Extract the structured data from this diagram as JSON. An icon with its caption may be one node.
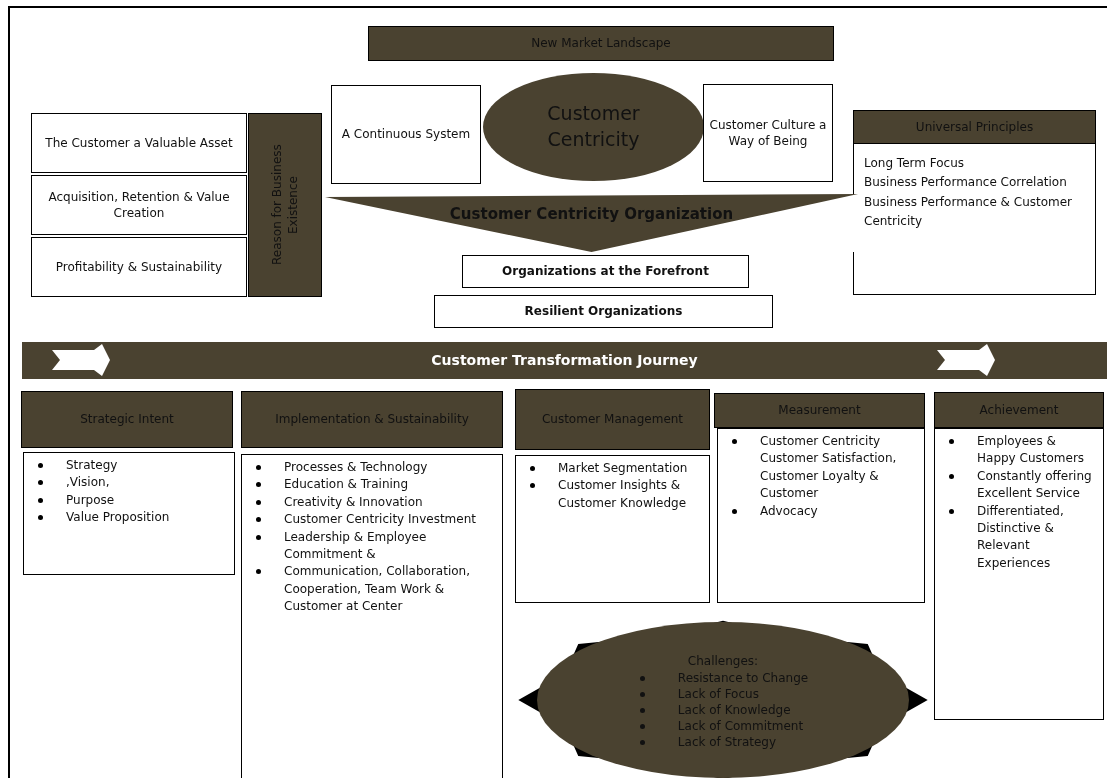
{
  "diagram": {
    "nodes": [
      {
        "text": [
          "New Market Landscape"
        ]
      },
      {
        "text": [
          "A Continuous System"
        ]
      },
      {
        "text": [
          "Customer Centricity"
        ]
      },
      {
        "text": [
          "Customer Culture a Way of Being"
        ]
      },
      {
        "text": [
          "The Customer a Valuable Asset"
        ]
      },
      {
        "text": [
          "Acquisition, Retention & Value Creation"
        ]
      },
      {
        "text": [
          "Profitability & Sustainability"
        ]
      },
      {
        "text": [
          "Reason for Business Existence"
        ]
      },
      {
        "text": [
          "Universal Principles",
          "Long Term Focus",
          "Business Performance Correlation Business Performance & Customer Centricity"
        ]
      },
      {
        "text": [
          "Customer Centricity Organization"
        ]
      },
      {
        "text": [
          "Organizations at the Forefront"
        ]
      },
      {
        "text": [
          "Resilient Organizations"
        ]
      },
      {
        "text": [
          "Customer Transformation Journey"
        ]
      },
      {
        "text": [
          "Strategic Intent"
        ]
      },
      {
        "text": [
          "Strategy",
          ",Vision,",
          "Purpose",
          "Value Proposition"
        ]
      },
      {
        "text": [
          "Implementation & Sustainability"
        ]
      },
      {
        "text": [
          "Processes & Technology",
          "Education & Training",
          "Creativity & Innovation",
          "Customer Centricity Investment",
          "Leadership & Employee Commitment &",
          "Communication, Collaboration, Cooperation, Team Work & Customer at Center"
        ]
      },
      {
        "text": [
          "Customer Management"
        ]
      },
      {
        "text": [
          "Market Segmentation",
          "Customer Insights & Customer Knowledge"
        ]
      },
      {
        "text": [
          "Measurement"
        ]
      },
      {
        "text": [
          "Customer Centricity Customer Satisfaction, Customer Loyalty & Customer",
          "Advocacy"
        ]
      },
      {
        "text": [
          "Achievement"
        ]
      },
      {
        "text": [
          "Employees & Happy Customers",
          "Constantly offering Excellent Service",
          "Differentiated, Distinctive & Relevant Experiences"
        ]
      },
      {
        "text": [
          "Challenges:",
          "Resistance to Change",
          "Lack of Focus",
          "Lack of Knowledge",
          "Lack of Commitment",
          "Lack of Strategy"
        ]
      }
    ]
  }
}
